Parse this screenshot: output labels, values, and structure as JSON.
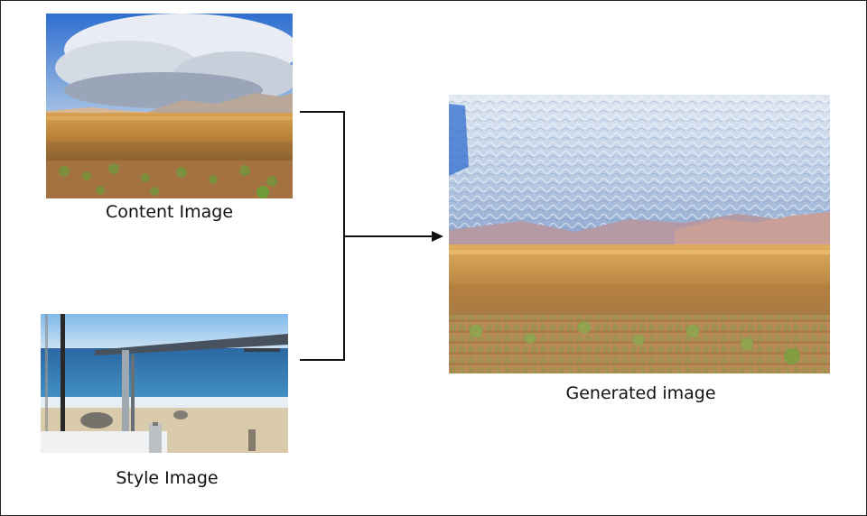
{
  "diagram": {
    "content_caption": "Content Image",
    "style_caption": "Style Image",
    "generated_caption": "Generated image"
  },
  "colors": {
    "sky_blue": "#3f7bd0",
    "cliff_orange": "#c9913f",
    "ocean_blue": "#2f78b6",
    "sand": "#d9c8a8",
    "line": "#111111"
  }
}
